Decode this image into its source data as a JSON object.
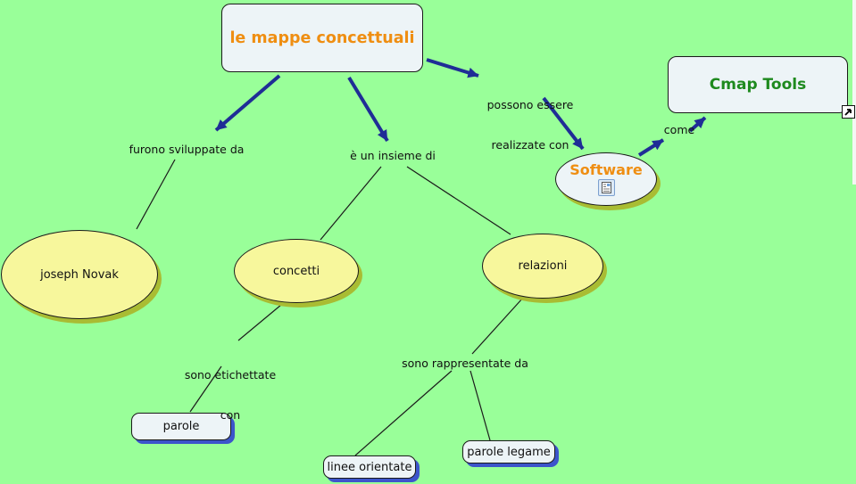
{
  "app": {
    "type": "concept-map",
    "colors": {
      "background": "#99ff99",
      "node_fill": "#edf4f7",
      "ellipse_fill": "#f7f79c",
      "ellipse_shadow": "#a9bc33",
      "rect_shadow": "#3c55cb",
      "arrow": "#1f2d96",
      "title_orange": "#ef8e12",
      "title_green": "#1e8a1e"
    }
  },
  "nodes": {
    "main": {
      "label": "le mappe concettuali"
    },
    "cmap_tools": {
      "label": "Cmap Tools"
    },
    "software": {
      "label": "Software"
    },
    "joseph_novak": {
      "label": "joseph Novak"
    },
    "concetti": {
      "label": "concetti"
    },
    "relazioni": {
      "label": "relazioni"
    },
    "parole": {
      "label": "parole"
    },
    "linee_orientate": {
      "label": "linee orientate"
    },
    "parole_legame": {
      "label": "parole legame"
    }
  },
  "linking_phrases": {
    "furono_sviluppate_da": "furono sviluppate da",
    "e_un_insieme_di": "è un insieme di",
    "possono_essere_line1": "possono essere",
    "possono_essere_line2": "realizzate con",
    "come": "come",
    "sono_etichettate_line1": "sono etichettate",
    "sono_etichettate_line2": "con",
    "sono_rappresentate_da": "sono rappresentate da"
  },
  "icons": {
    "software_resource": "document-resource-icon",
    "cmap_corner": "arrow-up-right-icon"
  }
}
